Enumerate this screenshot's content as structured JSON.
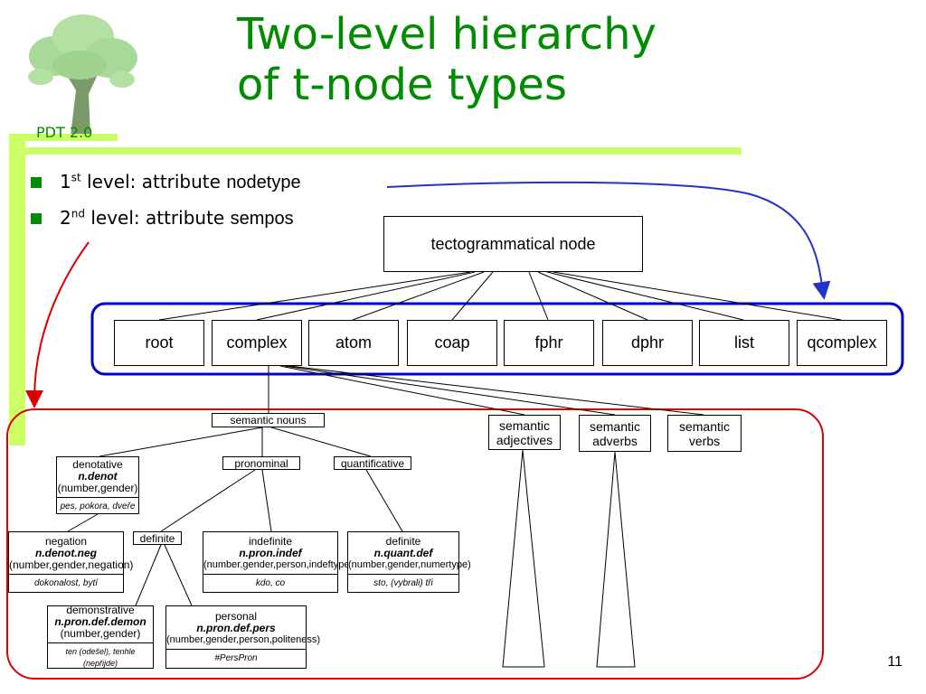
{
  "slide": {
    "title": "Two-level hierarchy\nof t-node types",
    "logo_label": "PDT 2.0",
    "page_number": "11",
    "colors": {
      "title": "#008c00",
      "accent_bar": "#ccff66",
      "blue": "#0000cc",
      "red": "#dd0000"
    }
  },
  "bullets": [
    {
      "num": "1",
      "sup": "st",
      "text": " level: attribute ",
      "attr": "nodetype"
    },
    {
      "num": "2",
      "sup": "nd",
      "text": " level: attribute ",
      "attr": "sempos"
    }
  ],
  "diagram": {
    "root_label": "tectogrammatical node",
    "nodetypes": [
      "root",
      "complex",
      "atom",
      "coap",
      "fphr",
      "dphr",
      "list",
      "qcomplex"
    ],
    "groups": {
      "nouns": "semantic nouns",
      "adjectives": "semantic adjectives",
      "adverbs": "semantic adverbs",
      "verbs": "semantic verbs",
      "pronominal": "pronominal",
      "quantificative": "quantificative",
      "definite": "definite"
    },
    "leaves": {
      "denotative": {
        "name": "denotative",
        "code": "n.denot",
        "args": "(number,gender)",
        "examples": "pes, pokora, dveře"
      },
      "negation": {
        "name": "negation",
        "code": "n.denot.neg",
        "args": "(number,gender,negation)",
        "examples": "dokonalost, bytí"
      },
      "indefinite": {
        "name": "indefinite",
        "code": "n.pron.indef",
        "args": "(number,gender,person,indeftype)",
        "examples": "kdo, co"
      },
      "quant_def": {
        "name": "definite",
        "code": "n.quant.def",
        "args": "(number,gender,numertype)",
        "examples": "sto, (vybrali) tři"
      },
      "demonstrative": {
        "name": "demonstrative",
        "code": "n.pron.def.demon",
        "args": "(number,gender)",
        "examples": "ten (odešel), tenhle (nepřijde)"
      },
      "personal": {
        "name": "personal",
        "code": "n.pron.def.pers",
        "args": "(number,gender,person,politeness)",
        "examples": "#PersPron"
      }
    }
  }
}
